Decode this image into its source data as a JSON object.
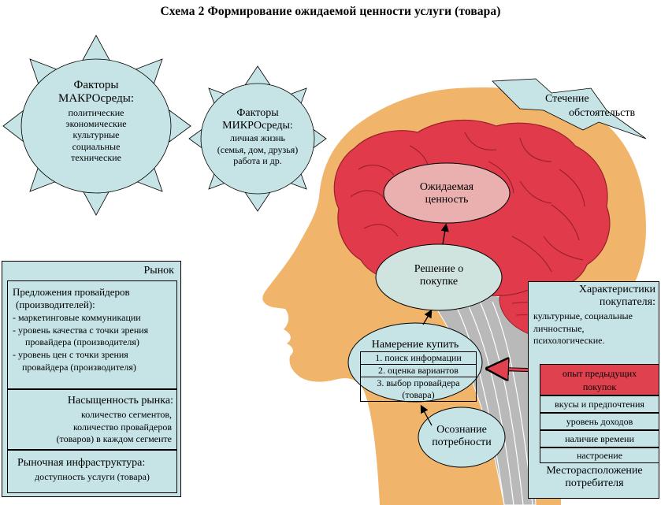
{
  "title": "Схема 2  Формирование ожидаемой ценности услуги (товара)",
  "colors": {
    "circle_fill": "#c6e3e6",
    "brain_fill": "#e13a4b",
    "skin_fill": "#f0b46a",
    "neck_fill": "#b8b8b8",
    "highlight_box": "#e0414f"
  },
  "macro": {
    "heading1": "Факторы",
    "heading2": "МАКРОсреды:",
    "items": [
      "политические",
      "экономические",
      "культурные",
      "социальные",
      "технические"
    ]
  },
  "micro": {
    "heading1": "Факторы",
    "heading2": "МИКРОсреды:",
    "items": [
      "личная жизнь",
      "(семья, дом, друзья)",
      "работа и др."
    ]
  },
  "circumstance": {
    "line1": "Стечение",
    "line2": "обстоятельств"
  },
  "brain": {
    "expected_value": {
      "line1": "Ожидаемая",
      "line2": "ценность"
    },
    "decision": {
      "line1": "Решение о",
      "line2": "покупке"
    },
    "intention": {
      "heading": "Намерение купить",
      "steps": [
        "1. поиск информации",
        "2. оценка вариантов",
        "3. выбор провайдера",
        "(товара)"
      ]
    },
    "awareness": {
      "line1": "Осознание",
      "line2": "потребности"
    }
  },
  "market": {
    "header": "Рынок",
    "offers": {
      "heading": "Предложения провайдеров",
      "heading2": "(производителей):",
      "items": [
        "- маркетинговые коммуникации",
        "-  уровень качества с точки зрения",
        "провайдера (производителя)",
        "- уровень цен с точки зрения",
        "провайдера (производителя)"
      ]
    },
    "saturation": {
      "heading": "Насыщенность рынка:",
      "items": [
        "количество сегментов,",
        "количество провайдеров",
        "(товаров) в каждом сегменте"
      ]
    },
    "infrastructure": {
      "heading": "Рыночная инфраструктура:",
      "items": [
        "доступность услуги (товара)"
      ]
    }
  },
  "buyer": {
    "heading1": "Характеристики",
    "heading2": "покупателя:",
    "desc": [
      "культурные, социальные",
      "личностные,",
      "психологические."
    ],
    "highlight": {
      "line1": "опыт предыдущих",
      "line2": "покупок"
    },
    "items": [
      "вкусы и предпочтения",
      "уровень доходов",
      "наличие времени",
      "настроение"
    ],
    "location": {
      "line1": "Месторасположение",
      "line2": "потребителя"
    }
  }
}
